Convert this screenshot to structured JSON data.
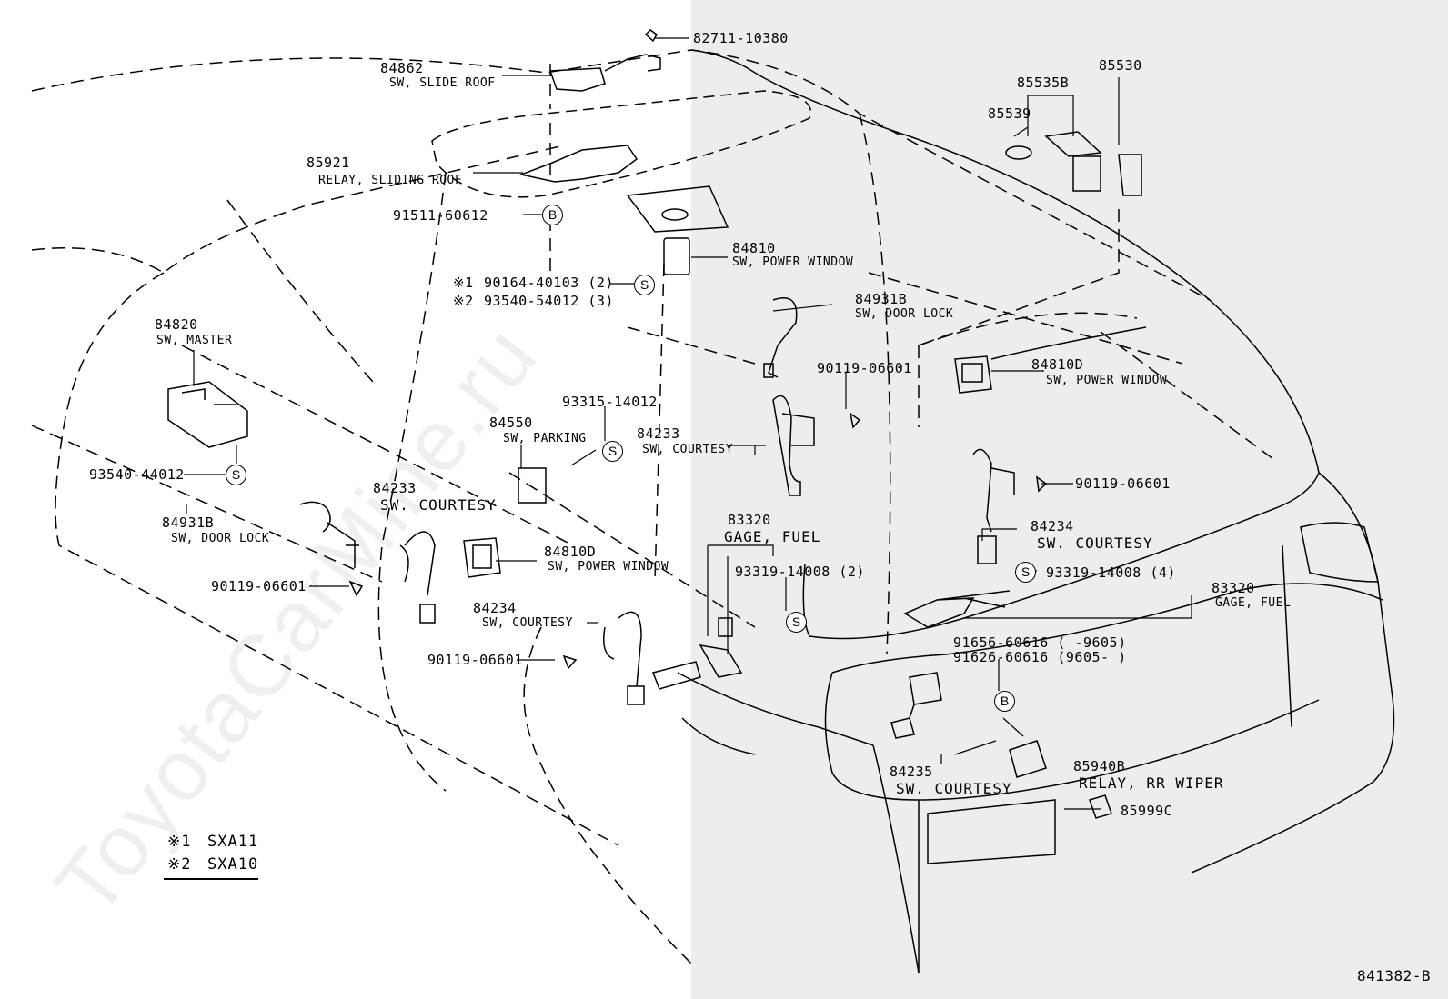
{
  "watermark": "ToyotaCarMine.ru",
  "diagram_id": "841382-B",
  "callouts": [
    {
      "id": "c82711",
      "part": "82711-10380",
      "name": ""
    },
    {
      "id": "c84862",
      "part": "84862",
      "name": "SW, SLIDE ROOF"
    },
    {
      "id": "c85921",
      "part": "85921",
      "name": "RELAY, SLIDING ROOF"
    },
    {
      "id": "c91511",
      "part": "91511-60612",
      "name": ""
    },
    {
      "id": "c84810a",
      "part": "84810",
      "name": "SW, POWER WINDOW"
    },
    {
      "id": "c90164",
      "part": "90164-40103 (2)",
      "name": ""
    },
    {
      "id": "c93540a",
      "part": "93540-54012 (3)",
      "name": ""
    },
    {
      "id": "c84820",
      "part": "84820",
      "name": "SW, MASTER"
    },
    {
      "id": "c84931a",
      "part": "84931B",
      "name": "SW, DOOR LOCK"
    },
    {
      "id": "c90119a",
      "part": "90119-06601",
      "name": ""
    },
    {
      "id": "c93315",
      "part": "93315-14012",
      "name": ""
    },
    {
      "id": "c84550",
      "part": "84550",
      "name": "SW, PARKING"
    },
    {
      "id": "c84233a",
      "part": "84233",
      "name": "SW, COURTESY"
    },
    {
      "id": "c93540b",
      "part": "93540-44012",
      "name": ""
    },
    {
      "id": "c84931b",
      "part": "84931B",
      "name": "SW, DOOR LOCK"
    },
    {
      "id": "c90119b",
      "part": "90119-06601",
      "name": ""
    },
    {
      "id": "c84233b",
      "part": "84233",
      "name": "SW. COURTESY"
    },
    {
      "id": "c84810b",
      "part": "84810D",
      "name": "SW, POWER WINDOW"
    },
    {
      "id": "c84234a",
      "part": "84234",
      "name": "SW, COURTESY"
    },
    {
      "id": "c90119c",
      "part": "90119-06601",
      "name": ""
    },
    {
      "id": "c83320a",
      "part": "83320",
      "name": "GAGE, FUEL"
    },
    {
      "id": "c93319a",
      "part": "93319-14008 (2)",
      "name": ""
    },
    {
      "id": "c85535",
      "part": "85535B",
      "name": ""
    },
    {
      "id": "c85530",
      "part": "85530",
      "name": ""
    },
    {
      "id": "c85539",
      "part": "85539",
      "name": ""
    },
    {
      "id": "c84810c",
      "part": "84810D",
      "name": "SW, POWER WINDOW"
    },
    {
      "id": "c90119d",
      "part": "90119-06601",
      "name": ""
    },
    {
      "id": "c84234b",
      "part": "84234",
      "name": "SW. COURTESY"
    },
    {
      "id": "c93319b",
      "part": "93319-14008 (4)",
      "name": ""
    },
    {
      "id": "c83320b",
      "part": "83320",
      "name": "GAGE, FUEL"
    },
    {
      "id": "c91656",
      "part": "91656-60616 (     -9605)",
      "name": ""
    },
    {
      "id": "c91626",
      "part": "91626-60616 (9605-     )",
      "name": ""
    },
    {
      "id": "c84235",
      "part": "84235",
      "name": "SW. COURTESY"
    },
    {
      "id": "c85940",
      "part": "85940B",
      "name": "RELAY, RR WIPER"
    },
    {
      "id": "c85999",
      "part": "85999C",
      "name": ""
    }
  ],
  "markers": {
    "bolt_b": "B",
    "screw_s": "S"
  },
  "legend": [
    {
      "mark": "※1",
      "model": "SXA11"
    },
    {
      "mark": "※2",
      "model": "SXA10"
    }
  ],
  "variant_marks": {
    "m1": "※1",
    "m2": "※2"
  }
}
